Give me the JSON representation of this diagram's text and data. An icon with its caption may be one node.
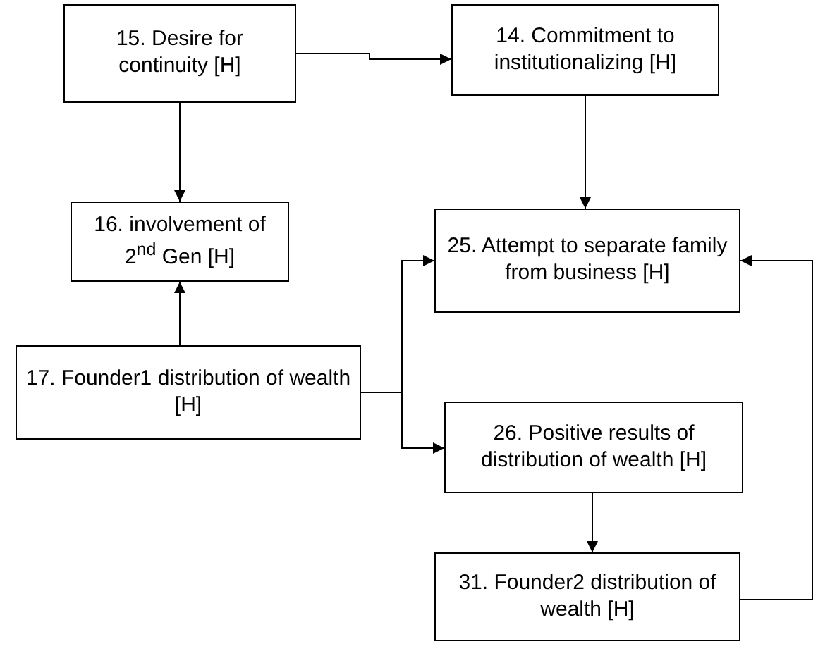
{
  "diagram": {
    "nodes": [
      {
        "text": [
          "15. Desire for continuity [H]"
        ]
      },
      {
        "text": [
          "14. Commitment to institutionalizing [H]"
        ]
      },
      {
        "text": [
          "16. involvement of 2$^{nd}$ Gen [H]"
        ]
      },
      {
        "text": [
          "25. Attempt to separate family from business  [H]"
        ]
      },
      {
        "text": [
          "17. Founder1 distribution of wealth [H]"
        ]
      },
      {
        "text": [
          "26. Positive results of distribution of wealth [H]"
        ]
      },
      {
        "text": [
          "31. Founder2 distribution of wealth [H]"
        ]
      }
    ],
    "edges": [
      {
        "from": 0,
        "to": 1,
        "arrow": "to"
      },
      {
        "from": 0,
        "to": 2,
        "arrow": "to"
      },
      {
        "from": 1,
        "to": 3,
        "arrow": "to"
      },
      {
        "from": 4,
        "to": 2,
        "arrow": "to"
      },
      {
        "from": 4,
        "to": 3,
        "arrow": "to"
      },
      {
        "from": 4,
        "to": 5,
        "arrow": "to"
      },
      {
        "from": 5,
        "to": 6,
        "arrow": "to"
      },
      {
        "from": 6,
        "to": 3,
        "arrow": "to"
      }
    ]
  }
}
